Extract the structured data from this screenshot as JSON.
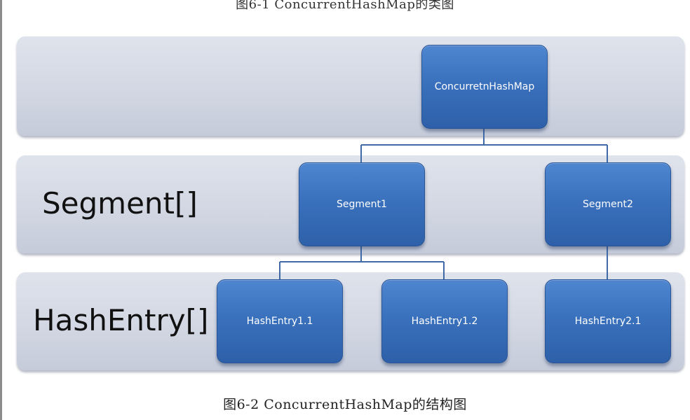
{
  "captions": {
    "top": "图6-1 ConcurrentHashMap的类图",
    "bottom": "图6-2 ConcurrentHashMap的结构图"
  },
  "levels": {
    "segment": "Segment[]",
    "hashentry": "HashEntry[]"
  },
  "nodes": {
    "root": "ConcurretnHashMap",
    "segment1": "Segment1",
    "segment2": "Segment2",
    "hashentry11": "HashEntry1.1",
    "hashentry12": "HashEntry1.2",
    "hashentry21": "HashEntry2.1"
  },
  "colors": {
    "node_fill": "#3a71bd",
    "band_fill": "#d2d7e3",
    "connector": "#3f6aa6"
  }
}
